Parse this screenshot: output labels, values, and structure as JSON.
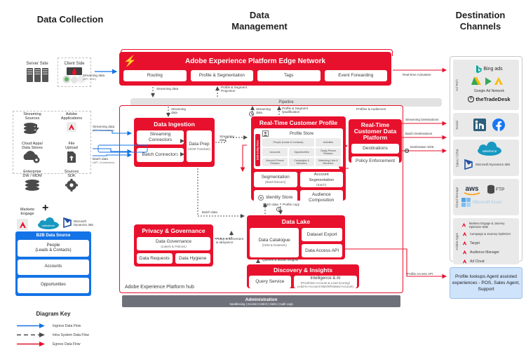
{
  "columns": {
    "left": "Data Collection",
    "center_l1": "Data",
    "center_l2": "Management",
    "right_l1": "Destination",
    "right_l2": "Channels"
  },
  "collection": {
    "server_side": "Server Side",
    "client_side": "Client Side",
    "sources": [
      {
        "label_l1": "Streaming",
        "label_l2": "Sources",
        "icon": "database-lightning-icon"
      },
      {
        "label_l1": "Adobe",
        "label_l2": "Applications",
        "icon": "adobe-a-icon"
      },
      {
        "label_l1": "Cloud Apps/",
        "label_l2": "Data Stores",
        "icon": "cloud-gear-icon"
      },
      {
        "label_l1": "File",
        "label_l2": "Upload",
        "icon": "file-upload-icon"
      },
      {
        "label_l1": "Enterprise",
        "label_l2": "DW / MDM",
        "icon": "database-stack-icon"
      },
      {
        "label_l1": "Sources",
        "label_l2": "SDK",
        "icon": "gear-icon"
      }
    ],
    "plus": "+",
    "marketo_l1": "Marketo",
    "marketo_l2": "Engage",
    "partner_logos": [
      "adobe-a-icon",
      "salesforce-cloud-icon",
      "microsoft-dynamics-365-icon"
    ],
    "dynamics_l1": "Microsoft",
    "dynamics_l2": "Dynamics 365",
    "salesforce_label": "salesforce",
    "b2b": {
      "title": "B2B Data Source",
      "rows": [
        {
          "l1": "People",
          "l2": "(Leads & Contacts)"
        },
        {
          "l1": "Accounts",
          "l2": ""
        },
        {
          "l1": "Opportunities",
          "l2": ""
        }
      ]
    }
  },
  "flows": {
    "streaming_api_sdk_l1": "Streaming data",
    "streaming_api_sdk_l2": "(API, SDK)",
    "streaming_connectors_l1": "Streaming data",
    "streaming_connectors_l2": "(API, Connectors)",
    "batch_connectors_l1": "Batch data",
    "batch_connectors_l2": "(API, Connectors)",
    "streaming_data_edge_down": "Streaming data",
    "profile_segment_projection": "Profile & Segment Projection",
    "streaming_data_1": "Streaming data",
    "streaming_data_2": "Streaming data",
    "profile_segment_qualification": "Profile & Segment Qualification",
    "profiles_audiences": "Profiles & Audiences",
    "streaming_data_side": "Streaming data",
    "batch_data_left": "Batch data",
    "batch_data_mid": "Batch data",
    "profile_copy": "Profile copy",
    "policy_enforcement_obeyance": "Policy enforcement & obeyance",
    "queries_model_insights": "Queries & Model Insights",
    "realtime_ad_activation": "Real-time Activation",
    "streaming_destinations": "Streaming Destinations",
    "batch_destinations": "Batch Destinations",
    "destination_sdk": "Destination SDK",
    "profile_access_api": "Profile Access API"
  },
  "edge": {
    "title": "Adobe Experience Platform Edge Network",
    "icon": "lightning-bolt-icon",
    "modules": [
      "Routing",
      "Profile & Segmentaiton",
      "Tags",
      "Event Forwarding"
    ]
  },
  "pipeline": {
    "label": "Pipeline"
  },
  "hub": {
    "label": "Adobe Experience Platform hub"
  },
  "ingestion": {
    "title": "Data Ingestion",
    "cells": [
      {
        "l1": "Streaming Connectors",
        "sub": ""
      },
      {
        "l1": "Batch Connectors",
        "sub": ""
      }
    ],
    "dataprep": {
      "l1": "Data Prep",
      "sub": "(XDM Translate)"
    }
  },
  "rtcp": {
    "title": "Real-Time Customer Profile",
    "profile_store": {
      "title": "Profile Store",
      "icon": "profile-store-icon",
      "side_tag": "B2B Entity Store",
      "cells": [
        "People (Leads & Contacts)",
        "Activities",
        "Accounts",
        "Opportunities",
        "Oppty-Person Relation",
        "Account-Person Relation",
        "Campaigns & Members",
        "Marketing Lists & Members"
      ]
    },
    "segmentation": {
      "l1": "Segmentation",
      "sub": "(Batch/Stream)"
    },
    "account_segmentation": {
      "l1": "Account Segmentation",
      "sub": "(Batch)"
    },
    "identity_store": {
      "l1": "Identity Store",
      "sub": "",
      "icon": "identity-icon"
    },
    "audience_composition": {
      "l1": "Audience",
      "l2": "Composition"
    }
  },
  "rtcdp": {
    "title_l1": "Real-Time",
    "title_l2": "Customer Data Platform",
    "cells": [
      "Destinations",
      "Policy Enforcement"
    ]
  },
  "privacy": {
    "title": "Privacy & Governance",
    "governance": {
      "l1": "Data Governance",
      "sub": "(Labels & Policies)"
    },
    "cells": [
      "Data Requests",
      "Data Hygiene"
    ]
  },
  "datalake": {
    "title": "Data Lake",
    "catalogue": {
      "l1": "Data Catalogue",
      "sub": "(XDM & Datasets)"
    },
    "cells": [
      "Dataset Export",
      "Data Access API"
    ]
  },
  "discovery": {
    "title": "Discovery & Insights",
    "query_service": "Query Service",
    "intelligence": {
      "l1": "Intelligence & AI",
      "sub1": "(Predictive Account & Lead Scoring/",
      "sub2": "Lead-to-Account Match/Related Account)"
    }
  },
  "administration": {
    "title": "Administration",
    "subtitle": "Sandboxing  |  Access Control  |  Alerts  |  Audit Logs"
  },
  "destinations": {
    "groups": [
      {
        "label": "Ad Tech",
        "items": [
          {
            "text": "Bing ads",
            "icon": "bing-ads-icon"
          },
          {
            "text": "Google Ad Network",
            "icon": "google-ad-network-icon"
          },
          {
            "text": "theTradeDesk",
            "icon": "trade-desk-icon"
          }
        ]
      },
      {
        "label": "Social",
        "items": [
          {
            "text": "in",
            "icon": "linkedin-icon"
          },
          {
            "text": "f",
            "icon": "facebook-icon"
          }
        ]
      },
      {
        "label": "Sales / CRM",
        "items": [
          {
            "text": "salesforce",
            "icon": "salesforce-cloud-icon"
          },
          {
            "text": "Microsoft Dynamics 365",
            "icon": "microsoft-dynamics-365-icon"
          }
        ]
      },
      {
        "label": "Cloud Storage",
        "items": [
          {
            "text": "aws",
            "icon": "aws-icon"
          },
          {
            "text": "FTP",
            "icon": "ftp-database-icon"
          },
          {
            "text": "Microsoft Azure",
            "icon": "microsoft-azure-icon"
          }
        ]
      },
      {
        "label": "Adobe Apps",
        "items": [
          {
            "text": "Marketo Engage & Journey Optimizer B2B",
            "icon": "adobe-a-icon"
          },
          {
            "text": "Campaign & Journey Optimizer",
            "icon": "adobe-a-icon"
          },
          {
            "text": "Target",
            "icon": "adobe-a-icon"
          },
          {
            "text": "Audience Manager",
            "icon": "adobe-a-icon"
          },
          {
            "text": "Ad Cloud",
            "icon": "adobe-a-icon"
          }
        ]
      }
    ],
    "lookup_box": "Profile lookups Agent assisted experiences - POS, Sales Agent, Support"
  },
  "key": {
    "title": "Diagram Key",
    "items": [
      {
        "label": "Ingress Data Flow",
        "color": "#1473e6",
        "style": "solid"
      },
      {
        "label": "Intra System Data Flow",
        "color": "#4a4a4a",
        "style": "dashed"
      },
      {
        "label": "Egress Data Flow",
        "color": "#e8112d",
        "style": "solid"
      }
    ]
  },
  "colors": {
    "adobe_red": "#e8112d",
    "ingress_blue": "#1473e6",
    "intra_grey": "#4a4a4a",
    "admin_grey": "#6e7179"
  }
}
